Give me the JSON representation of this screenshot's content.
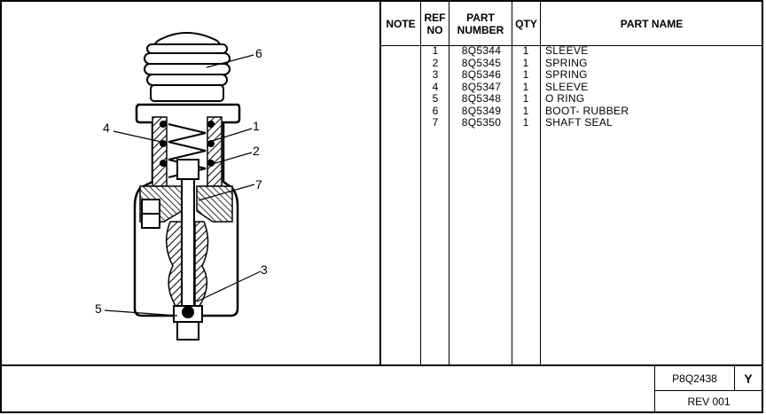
{
  "table": {
    "headers": {
      "note": "NOTE",
      "ref_line1": "REF",
      "ref_line2": "NO",
      "part_line1": "PART",
      "part_line2": "NUMBER",
      "qty": "QTY",
      "name": "PART NAME"
    },
    "rows": [
      {
        "ref": "1",
        "part_number": "8Q5344",
        "qty": "1",
        "name": "SLEEVE"
      },
      {
        "ref": "2",
        "part_number": "8Q5345",
        "qty": "1",
        "name": "SPRING"
      },
      {
        "ref": "3",
        "part_number": "8Q5346",
        "qty": "1",
        "name": "SPRING"
      },
      {
        "ref": "4",
        "part_number": "8Q5347",
        "qty": "1",
        "name": "SLEEVE"
      },
      {
        "ref": "5",
        "part_number": "8Q5348",
        "qty": "1",
        "name": "O RING"
      },
      {
        "ref": "6",
        "part_number": "8Q5349",
        "qty": "1",
        "name": "BOOT- RUBBER"
      },
      {
        "ref": "7",
        "part_number": "8Q5350",
        "qty": "1",
        "name": "SHAFT SEAL"
      }
    ]
  },
  "callouts": {
    "c1": "1",
    "c2": "2",
    "c3": "3",
    "c4": "4",
    "c5": "5",
    "c6": "6",
    "c7": "7"
  },
  "footer": {
    "drawing_number": "P8Q2438",
    "suffix": "Y",
    "revision": "REV 001"
  }
}
